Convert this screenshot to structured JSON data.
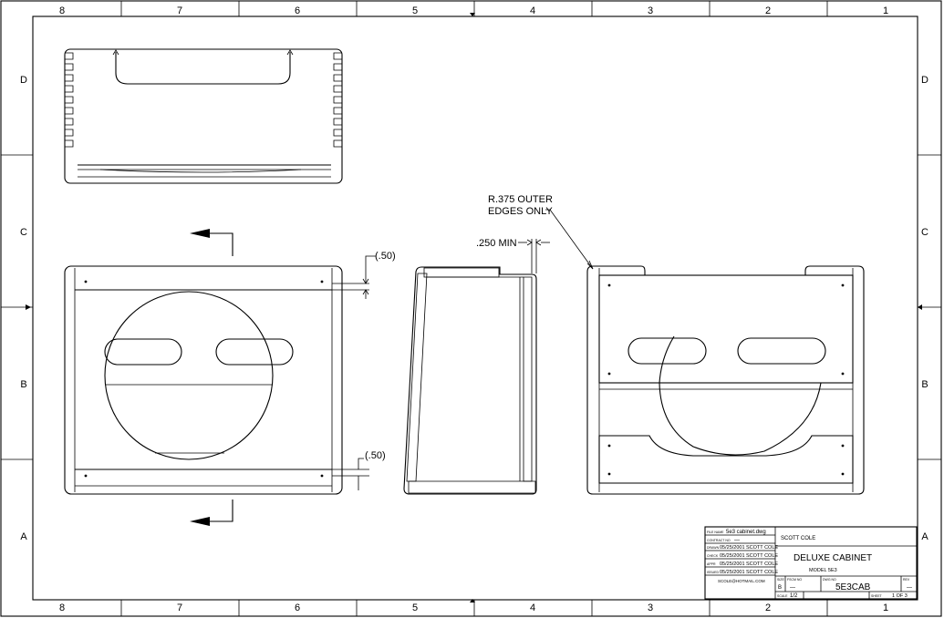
{
  "border": {
    "columns": [
      "8",
      "7",
      "6",
      "5",
      "4",
      "3",
      "2",
      "1"
    ],
    "rows": [
      "D",
      "C",
      "B",
      "A"
    ]
  },
  "annotations": {
    "radius_note_line1": "R.375 OUTER",
    "radius_note_line2": "EDGES ONLY",
    "min_thickness": ".250 MIN",
    "dim_top": "(.50)",
    "dim_bottom": "(.50)"
  },
  "title_block": {
    "file_label": "FILE NAME",
    "file_value": "5e3 cabinet.dwg",
    "contract_label": "CONTRACT NO",
    "contract_value": "—",
    "drawn_label": "DRAWN",
    "check_label": "CHECK",
    "appr_label": "APPR",
    "issued_label": "ISSUED",
    "sign_date": "05/25/2001",
    "sign_name": "SCOTT COLE",
    "email": "SCOLE@HOTMAIL.COM",
    "company": "SCOTT COLE",
    "title": "DELUXE CABINET",
    "subtitle": "MODEL 5E3",
    "size_label": "SIZE",
    "size_value": "B",
    "fscm_label": "FSCM NO",
    "fscm_value": "—",
    "dwg_label": "DWG NO",
    "dwg_value": "5E3CAB",
    "rev_label": "REV",
    "rev_value": "—",
    "scale_label": "SCALE",
    "scale_value": "1/2",
    "sheet_label": "SHEET",
    "sheet_value": "1 OF 3"
  }
}
